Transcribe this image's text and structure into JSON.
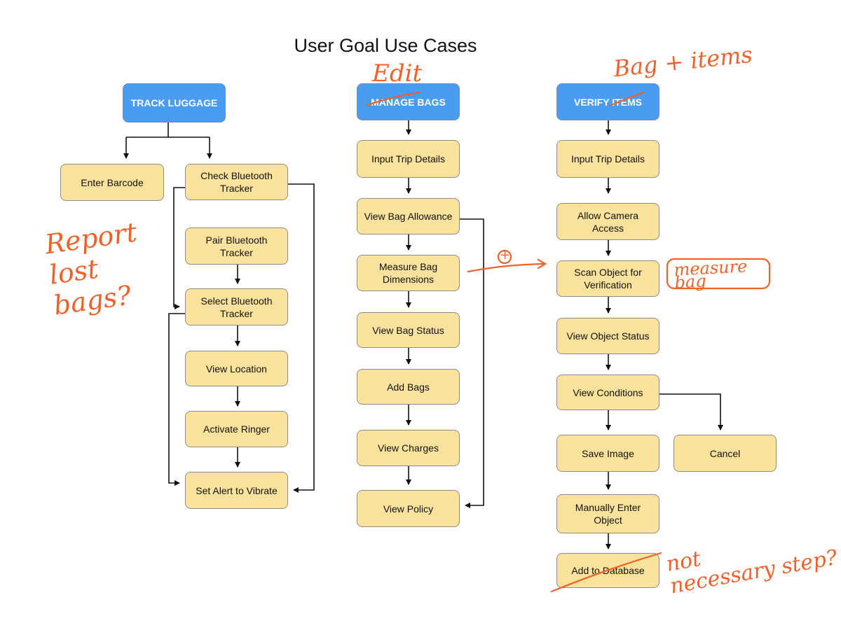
{
  "title": "User Goal Use Cases",
  "colors": {
    "header": "#4a9cf0",
    "box": "#f9e29c",
    "ink": "#f0612a"
  },
  "columns": {
    "track": {
      "header": "TRACK LUGGAGE",
      "enter_barcode": "Enter Barcode",
      "check_bluetooth": "Check Bluetooth Tracker",
      "pair_bluetooth": "Pair Bluetooth Tracker",
      "select_bluetooth": "Select Bluetooth Tracker",
      "view_location": "View Location",
      "activate_ringer": "Activate Ringer",
      "set_alert": "Set Alert to Vibrate"
    },
    "manage": {
      "header": "MANAGE BAGS",
      "input_trip": "Input Trip Details",
      "view_allowance": "View Bag Allowance",
      "measure_dims": "Measure Bag Dimensions",
      "view_status": "View Bag Status",
      "add_bags": "Add Bags",
      "view_charges": "View Charges",
      "view_policy": "View Policy"
    },
    "verify": {
      "header": "VERIFY ITEMS",
      "input_trip": "Input Trip Details",
      "allow_camera": "Allow Camera Access",
      "scan_object": "Scan Object for Verification",
      "view_object_status": "View Object Status",
      "view_conditions": "View Conditions",
      "save_image": "Save Image",
      "cancel": "Cancel",
      "manual_enter": "Manually Enter Object",
      "add_database": "Add to Database"
    }
  },
  "annotations": {
    "edit": "Edit",
    "bag_items": "Bag + items",
    "report_lost": "Report\nlost\nbags?",
    "plus": "+",
    "measure_bag": "measure\nbag",
    "not_necessary": "not\nnecessary step?"
  }
}
